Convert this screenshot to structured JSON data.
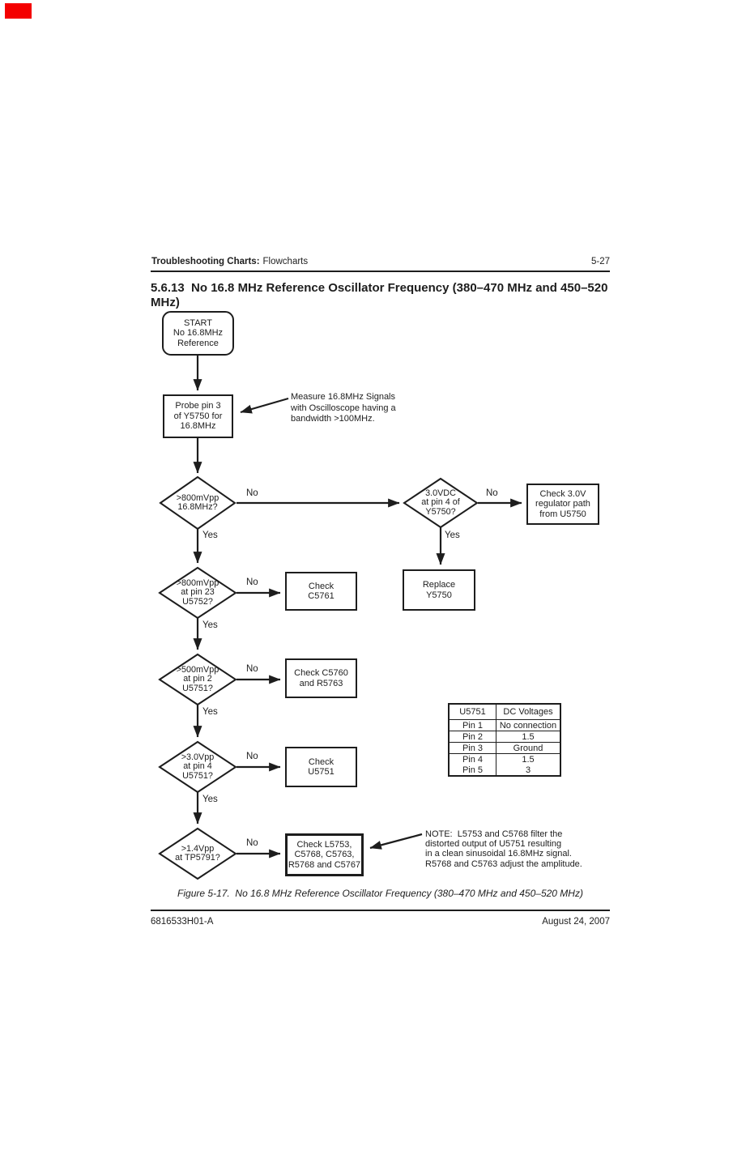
{
  "page": {
    "corner_marker_color": "#f40000"
  },
  "header": {
    "breadcrumb_bold": "Troubleshooting Charts:",
    "breadcrumb_regular": "Flowcharts",
    "page_number": "5-27"
  },
  "section_title": "5.6.13  No 16.8 MHz Reference Oscillator Frequency (380–470 MHz and 450–520 MHz)",
  "labels": {
    "yes": "Yes",
    "no": "No"
  },
  "nodes": {
    "start": "START\nNo 16.8MHz\nReference",
    "probe": "Probe pin 3\nof Y5750 for\n16.8MHz",
    "d_800mvpp_168": ">800mVpp\n16.8MHz?",
    "d_30vdc_pin4": "3.0VDC\nat pin 4 of\nY5750?",
    "check_regulator": "Check 3.0V\nregulator path\nfrom U5750",
    "replace_y5750": "Replace\nY5750",
    "d_800mvpp_pin23": ">800mVpp\nat pin 23\nU5752?",
    "check_c5761": "Check\nC5761",
    "d_500mvpp_pin2": ">500mVpp\nat pin 2\nU5751?",
    "check_c5760": "Check C5760\nand R5763",
    "d_30vpp_pin4": ">3.0Vpp\nat pin 4\nU5751?",
    "check_u5751": "Check\nU5751",
    "d_14vpp_tp5791": ">1.4Vpp\nat TP5791?",
    "check_l5753": "Check L5753,\nC5768, C5763,\nR5768 and C5767"
  },
  "annotations": {
    "oscilloscope": "Measure 16.8MHz Signals\nwith Oscilloscope having a\nbandwidth >100MHz.",
    "note": "NOTE:  L5753 and C5768 filter the\ndistorted output of U5751 resulting\nin a clean sinusoidal 16.8MHz signal.\nR5768 and C5763 adjust the amplitude."
  },
  "voltage_table": {
    "headers": [
      "U5751",
      "DC Voltages"
    ],
    "rows": [
      [
        "Pin 1",
        "No connection"
      ],
      [
        "Pin 2",
        "1.5"
      ],
      [
        "Pin 3",
        "Ground"
      ],
      [
        "Pin 4",
        "1.5"
      ],
      [
        "Pin 5",
        "3"
      ]
    ]
  },
  "caption": "Figure 5-17.  No 16.8 MHz Reference Oscillator Frequency (380–470 MHz and 450–520 MHz)",
  "footer": {
    "doc_number": "6816533H01-A",
    "date": "August 24, 2007"
  }
}
